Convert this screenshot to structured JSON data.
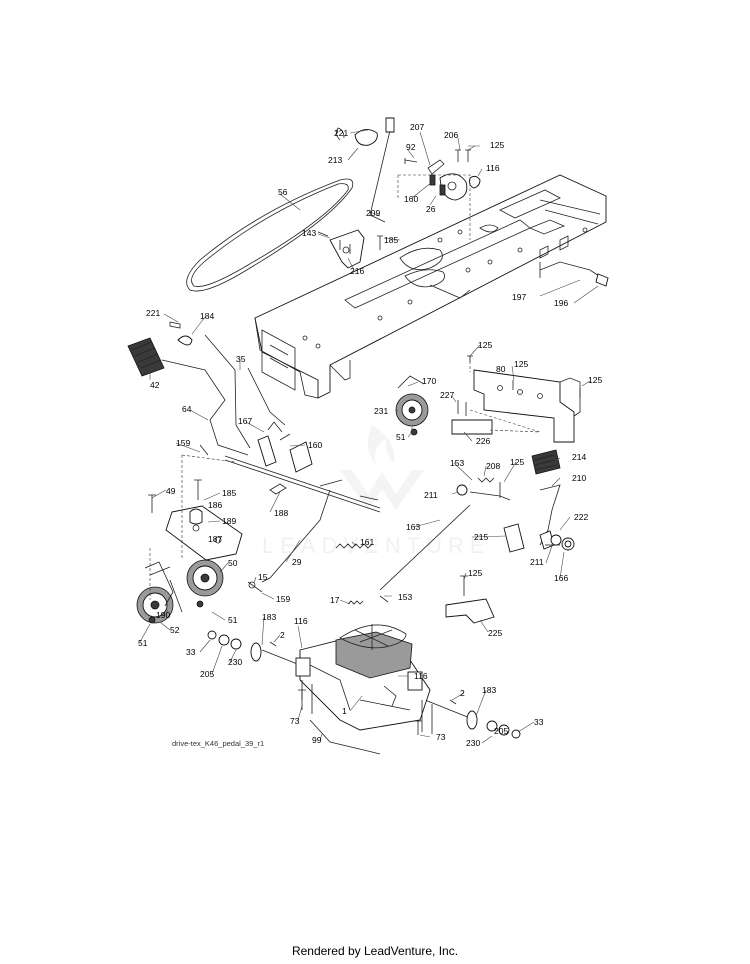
{
  "diagram": {
    "caption": "drive-tex_K46_pedal_39_r1",
    "watermark": "LEADVENTURE",
    "labels": [
      {
        "id": "l221a",
        "text": "221"
      },
      {
        "id": "l213",
        "text": "213"
      },
      {
        "id": "l207",
        "text": "207"
      },
      {
        "id": "l206",
        "text": "206"
      },
      {
        "id": "l125a",
        "text": "125"
      },
      {
        "id": "l92",
        "text": "92"
      },
      {
        "id": "l116a",
        "text": "116"
      },
      {
        "id": "l56",
        "text": "56"
      },
      {
        "id": "l160a",
        "text": "160"
      },
      {
        "id": "l26",
        "text": "26"
      },
      {
        "id": "l209",
        "text": "209"
      },
      {
        "id": "l143",
        "text": "143"
      },
      {
        "id": "l185a",
        "text": "185"
      },
      {
        "id": "l216",
        "text": "216"
      },
      {
        "id": "l197",
        "text": "197"
      },
      {
        "id": "l196",
        "text": "196"
      },
      {
        "id": "l221b",
        "text": "221"
      },
      {
        "id": "l184",
        "text": "184"
      },
      {
        "id": "l42",
        "text": "42"
      },
      {
        "id": "l35",
        "text": "35"
      },
      {
        "id": "l125b",
        "text": "125"
      },
      {
        "id": "l125c",
        "text": "125"
      },
      {
        "id": "l80",
        "text": "80"
      },
      {
        "id": "l125d",
        "text": "125"
      },
      {
        "id": "l170",
        "text": "170"
      },
      {
        "id": "l227",
        "text": "227"
      },
      {
        "id": "l231",
        "text": "231"
      },
      {
        "id": "l64",
        "text": "64"
      },
      {
        "id": "l167",
        "text": "167"
      },
      {
        "id": "l226",
        "text": "226"
      },
      {
        "id": "l51a",
        "text": "51"
      },
      {
        "id": "l159a",
        "text": "159"
      },
      {
        "id": "l160b",
        "text": "160"
      },
      {
        "id": "l214",
        "text": "214"
      },
      {
        "id": "l153a",
        "text": "153"
      },
      {
        "id": "l208",
        "text": "208"
      },
      {
        "id": "l125e",
        "text": "125"
      },
      {
        "id": "l210",
        "text": "210"
      },
      {
        "id": "l211a",
        "text": "211"
      },
      {
        "id": "l49",
        "text": "49"
      },
      {
        "id": "l185b",
        "text": "185"
      },
      {
        "id": "l186",
        "text": "186"
      },
      {
        "id": "l188",
        "text": "188"
      },
      {
        "id": "l189",
        "text": "189"
      },
      {
        "id": "l222",
        "text": "222"
      },
      {
        "id": "l187",
        "text": "187"
      },
      {
        "id": "l163",
        "text": "163"
      },
      {
        "id": "l215",
        "text": "215"
      },
      {
        "id": "l161",
        "text": "161"
      },
      {
        "id": "l29",
        "text": "29"
      },
      {
        "id": "l50",
        "text": "50"
      },
      {
        "id": "l211b",
        "text": "211"
      },
      {
        "id": "l166",
        "text": "166"
      },
      {
        "id": "l15",
        "text": "15"
      },
      {
        "id": "l125f",
        "text": "125"
      },
      {
        "id": "l190",
        "text": "190"
      },
      {
        "id": "l159b",
        "text": "159"
      },
      {
        "id": "l17",
        "text": "17"
      },
      {
        "id": "l153b",
        "text": "153"
      },
      {
        "id": "l51b",
        "text": "51"
      },
      {
        "id": "l52",
        "text": "52"
      },
      {
        "id": "l183a",
        "text": "183"
      },
      {
        "id": "l225",
        "text": "225"
      },
      {
        "id": "l51c",
        "text": "51"
      },
      {
        "id": "l116b",
        "text": "116"
      },
      {
        "id": "l2a",
        "text": "2"
      },
      {
        "id": "l33a",
        "text": "33"
      },
      {
        "id": "l230a",
        "text": "230"
      },
      {
        "id": "l205a",
        "text": "205"
      },
      {
        "id": "l116c",
        "text": "116"
      },
      {
        "id": "l2b",
        "text": "2"
      },
      {
        "id": "l183b",
        "text": "183"
      },
      {
        "id": "l73a",
        "text": "73"
      },
      {
        "id": "l1",
        "text": "1"
      },
      {
        "id": "l205b",
        "text": "205"
      },
      {
        "id": "l33b",
        "text": "33"
      },
      {
        "id": "l99",
        "text": "99"
      },
      {
        "id": "l73b",
        "text": "73"
      },
      {
        "id": "l230b",
        "text": "230"
      }
    ]
  },
  "footer": {
    "text": "Rendered by LeadVenture, Inc."
  }
}
